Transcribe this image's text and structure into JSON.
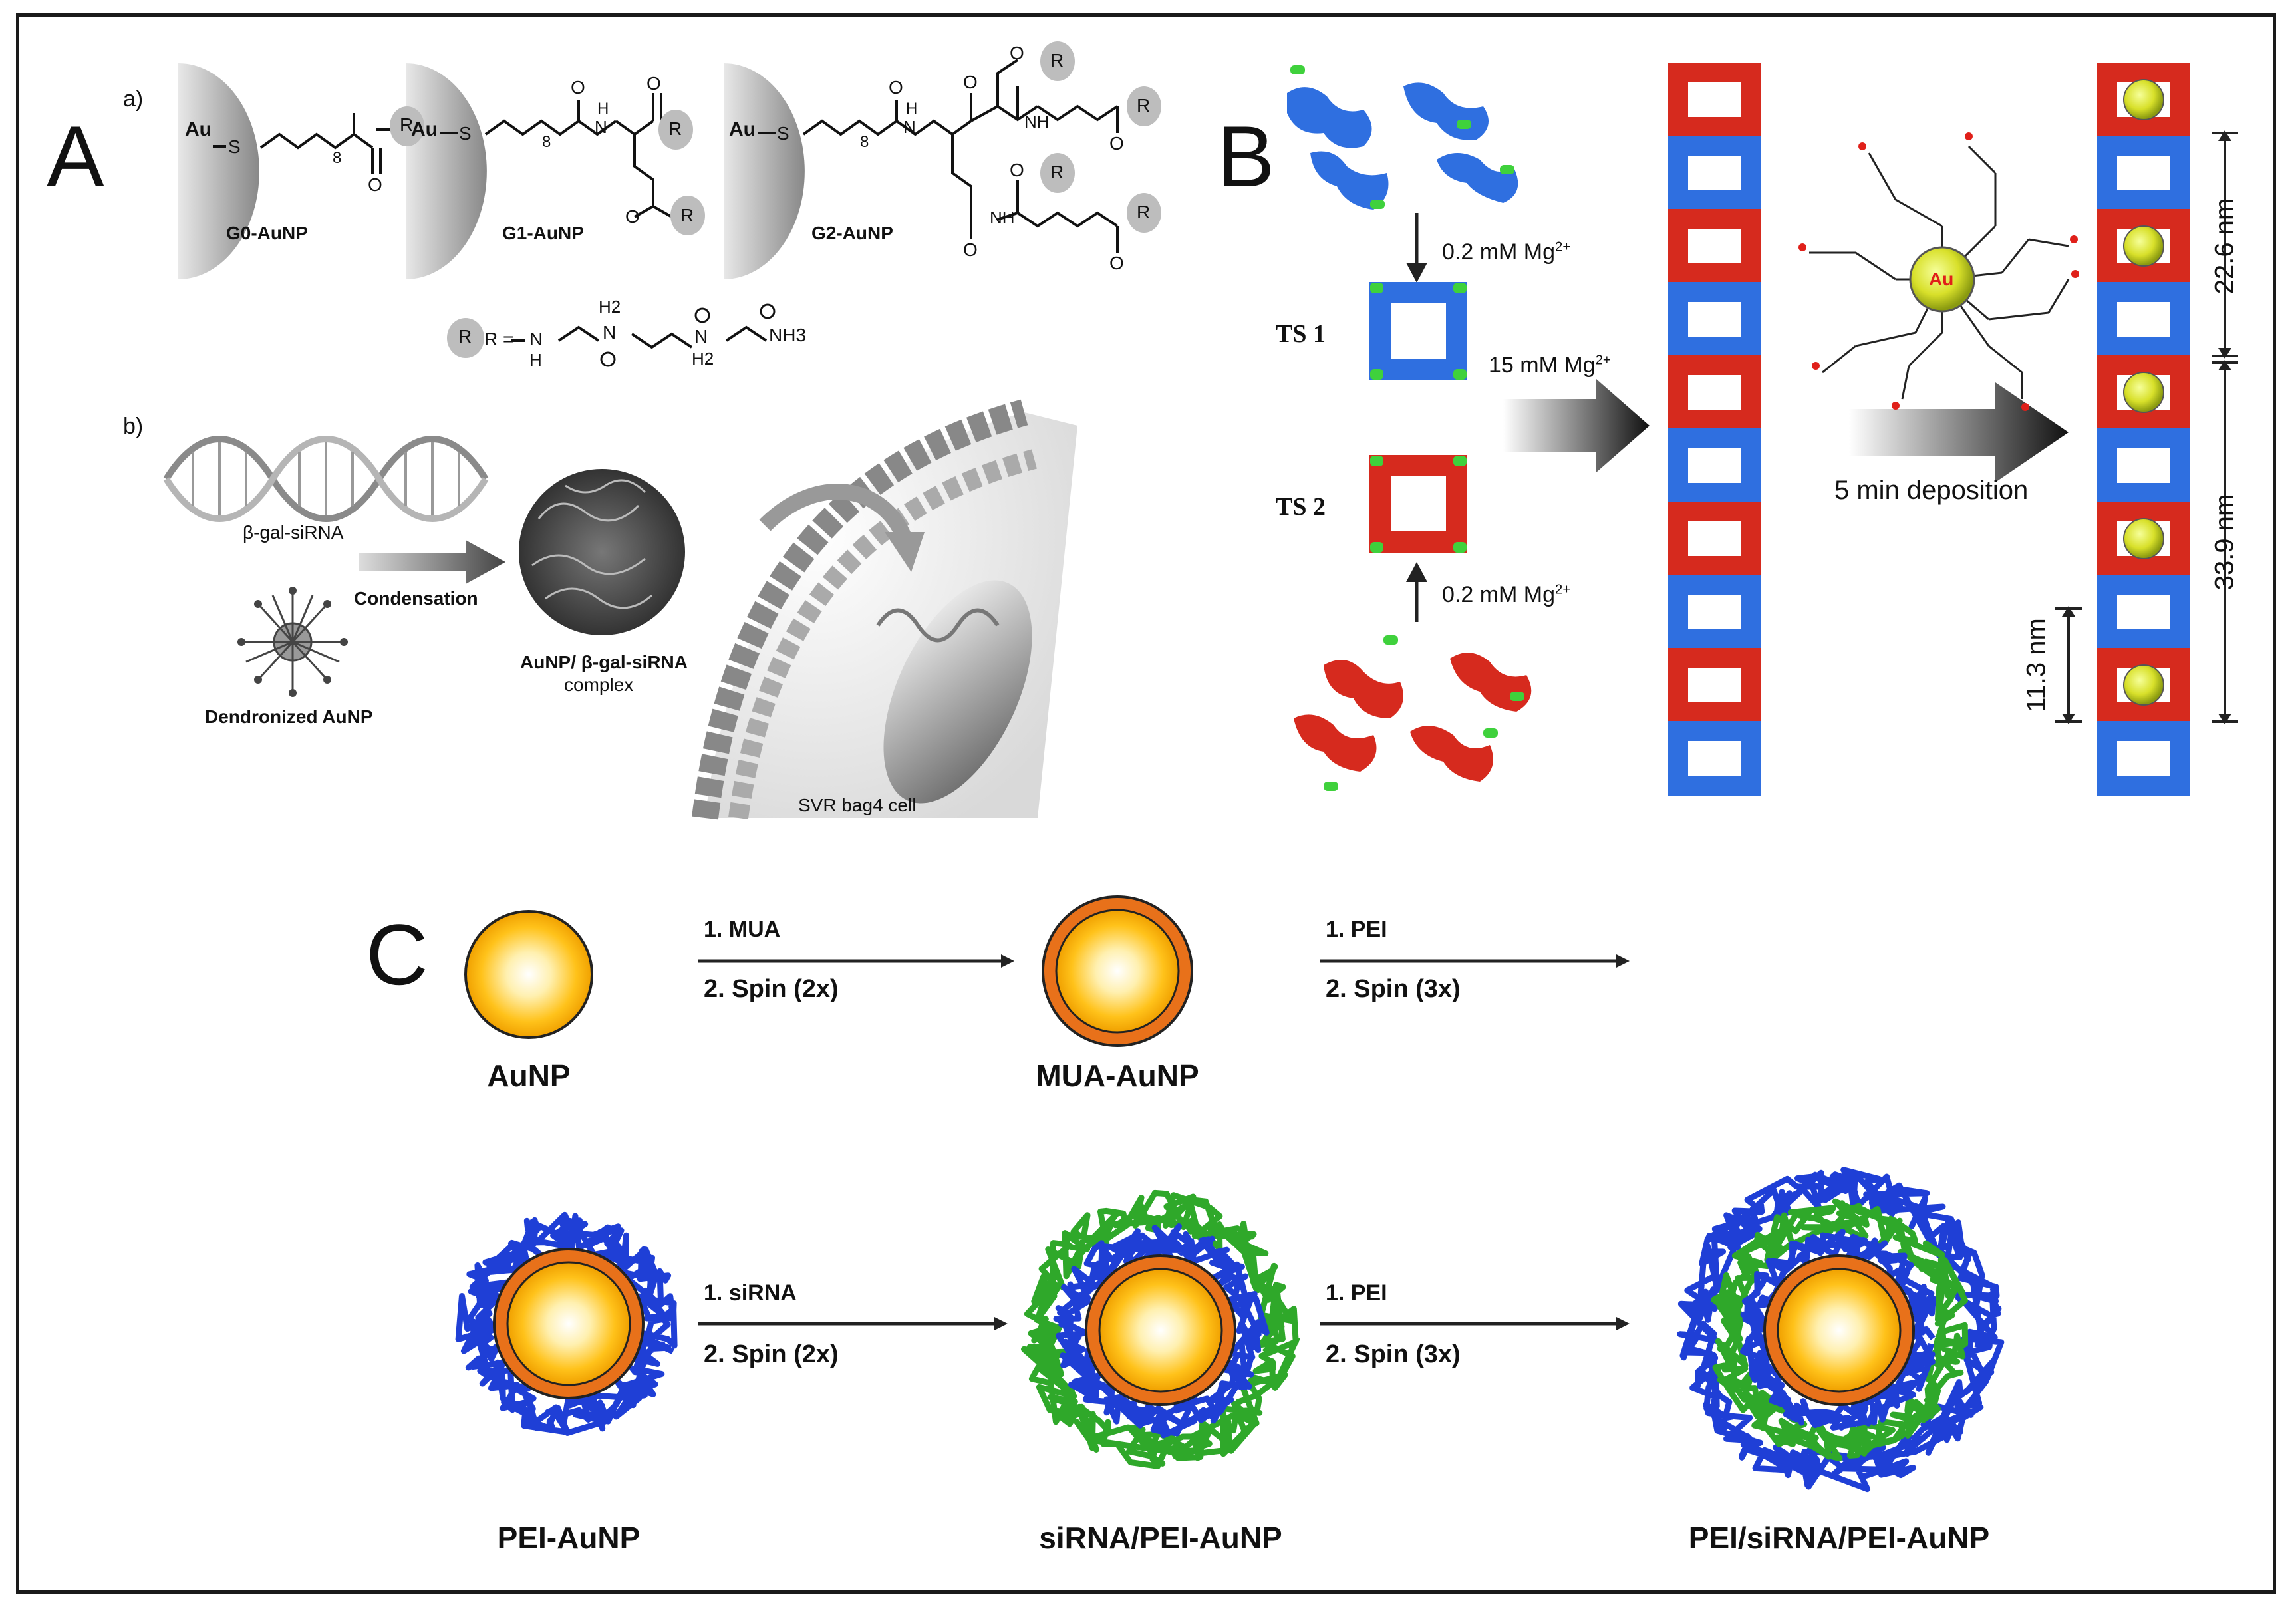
{
  "panels": {
    "A": {
      "letter": "A",
      "sub_a": "a)",
      "sub_b": "b)",
      "gold_symbol": "Au",
      "sulfur": "S",
      "r_group": "R",
      "subscript_8": "8",
      "o": "O",
      "nh": "NH",
      "h": "H",
      "n": "N",
      "h2": "H2",
      "nh3": "NH3",
      "structures": [
        "G0-AuNP",
        "G1-AuNP",
        "G2-AuNP"
      ],
      "r_definition": "R =",
      "sirna": "β-gal-siRNA",
      "condensation": "Condensation",
      "dendronized": "Dendronized AuNP",
      "complex_line1": "AuNP/ β-gal-siRNA",
      "complex_line2": "complex",
      "cell": "SVR bag4 cell"
    },
    "B": {
      "letter": "B",
      "mg_top": "0.2 mM Mg",
      "mg_charge": "2+",
      "mg_mid": "15 mM Mg",
      "mg_bottom": "0.2 mM Mg",
      "ts1": "TS 1",
      "ts2": "TS 2",
      "deposition": "5 min deposition",
      "au": "Au",
      "dim_1": "22.6 nm",
      "dim_2": "33.9 nm",
      "dim_3": "11.3 nm"
    },
    "C": {
      "letter": "C",
      "step1_a": "1. MUA",
      "step1_b": "2. Spin (2x)",
      "step2_a": "1. PEI",
      "step2_b": "2. Spin (3x)",
      "step3_a": "1. siRNA",
      "step3_b": "2. Spin (2x)",
      "step4_a": "1. PEI",
      "step4_b": "2. Spin (3x)",
      "labels": [
        "AuNP",
        "MUA-AuNP",
        "PEI-AuNP",
        "siRNA/PEI-AuNP",
        "PEI/siRNA/PEI-AuNP"
      ]
    }
  },
  "colors": {
    "gold_core": "#f5a800",
    "mua_shell": "#e8711a",
    "pei": "#1f3fd6",
    "sirna": "#2fa82a",
    "tile_red": "#d62a1e",
    "tile_blue": "#2f6fe0",
    "sticky_green": "#3fd13c"
  }
}
